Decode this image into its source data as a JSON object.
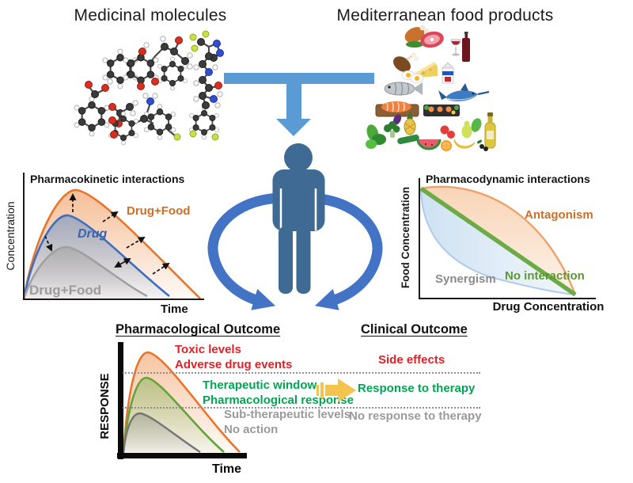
{
  "titles": {
    "left": "Medicinal molecules",
    "right": "Mediterranean food products"
  },
  "pk": {
    "title": "Pharmacokinetic interactions",
    "ylabel": "Concentration",
    "xlabel": "Time",
    "label_increased": "Drug+Food",
    "label_drug": "Drug",
    "label_decreased": "Drug+Food"
  },
  "pd": {
    "title": "Pharmacodynamic interactions",
    "ylabel": "Food Concentration",
    "xlabel": "Drug Concentration",
    "label_antagonism": "Antagonism",
    "label_synergism": "Synergism",
    "label_no_interaction": "No interaction"
  },
  "outcomes": {
    "pharmacological_title": "Pharmacological Outcome",
    "clinical_title": "Clinical Outcome"
  },
  "response_chart": {
    "ylabel": "RESPONSE",
    "xlabel": "Time"
  },
  "pharmacological": {
    "toxic_line1": "Toxic levels",
    "toxic_line2": "Adverse drug events",
    "therapeutic_line1": "Therapeutic window",
    "therapeutic_line2": "Pharmacological response",
    "sub_line1": "Sub-therapeutic levels",
    "sub_line2": "No action"
  },
  "clinical": {
    "side_effects": "Side effects",
    "response": "Response to therapy",
    "no_response": "No response to therapy"
  },
  "colors": {
    "accent_blue_arrow": "#5B9BD5",
    "cycle_arrow_blue": "#4273C4",
    "human_blue": "#3E6A94",
    "curve_orange": "#E8792B",
    "curve_blue": "#4472C4",
    "curve_gray": "#9E9E9E",
    "curve_green": "#6FAD47",
    "pd_green_line": "#6CAB45",
    "text_red": "#E02126",
    "text_green": "#00A551",
    "text_gray": "#9A9A9A",
    "text_orange": "#CE6F28",
    "yellow_arrow": "#F5C44E"
  },
  "chart_data": [
    {
      "type": "area",
      "title": "Pharmacokinetic interactions",
      "xlabel": "Time",
      "ylabel": "Concentration",
      "axes": "schematic, no ticks",
      "series": [
        {
          "name": "Drug+Food (increased exposure)",
          "color": "#E8792B",
          "x": [
            0,
            0.1,
            0.2,
            0.3,
            0.45,
            0.6,
            0.8,
            1.0
          ],
          "y": [
            0,
            0.55,
            0.85,
            0.92,
            0.78,
            0.55,
            0.25,
            0.02
          ]
        },
        {
          "name": "Drug",
          "color": "#4472C4",
          "x": [
            0,
            0.1,
            0.2,
            0.3,
            0.45,
            0.6,
            0.8,
            0.85
          ],
          "y": [
            0,
            0.42,
            0.66,
            0.7,
            0.55,
            0.36,
            0.08,
            0.02
          ]
        },
        {
          "name": "Drug+Food (decreased exposure)",
          "color": "#9E9E9E",
          "x": [
            0,
            0.1,
            0.2,
            0.3,
            0.45,
            0.6,
            0.73
          ],
          "y": [
            0,
            0.26,
            0.4,
            0.42,
            0.3,
            0.12,
            0.02
          ]
        }
      ],
      "annotations": [
        "black dashed arrows indicate concentration shifts between the Drug curve and the Drug+Food curves"
      ]
    },
    {
      "type": "line",
      "title": "Pharmacodynamic interactions",
      "xlabel": "Drug Concentration",
      "ylabel": "Food Concentration",
      "axes": "schematic, no ticks",
      "series": [
        {
          "name": "Antagonism",
          "color": "#EDA26B",
          "shape": "convex isobole bowing above the diagonal"
        },
        {
          "name": "No interaction",
          "color": "#6CAB45",
          "shape": "straight diagonal line from top-left to bottom-right"
        },
        {
          "name": "Synergism",
          "color": "#AECBE8",
          "shape": "concave isobole bowing toward the origin"
        }
      ]
    },
    {
      "type": "area",
      "title": "Pharmacological Outcome (response vs time)",
      "xlabel": "Time",
      "ylabel": "RESPONSE",
      "axes": "schematic, no ticks, two dotted threshold lines",
      "series": [
        {
          "name": "Toxic levels / Adverse drug events",
          "color": "#E8792B",
          "peak": 0.95
        },
        {
          "name": "Therapeutic window / Pharmacological response",
          "color": "#6FAD47",
          "peak": 0.7
        },
        {
          "name": "Sub-therapeutic levels / No action",
          "color": "#7F7F7F",
          "peak": 0.4
        }
      ],
      "thresholds": [
        "toxic threshold (upper dotted line)",
        "therapeutic threshold (lower dotted line)"
      ]
    }
  ]
}
